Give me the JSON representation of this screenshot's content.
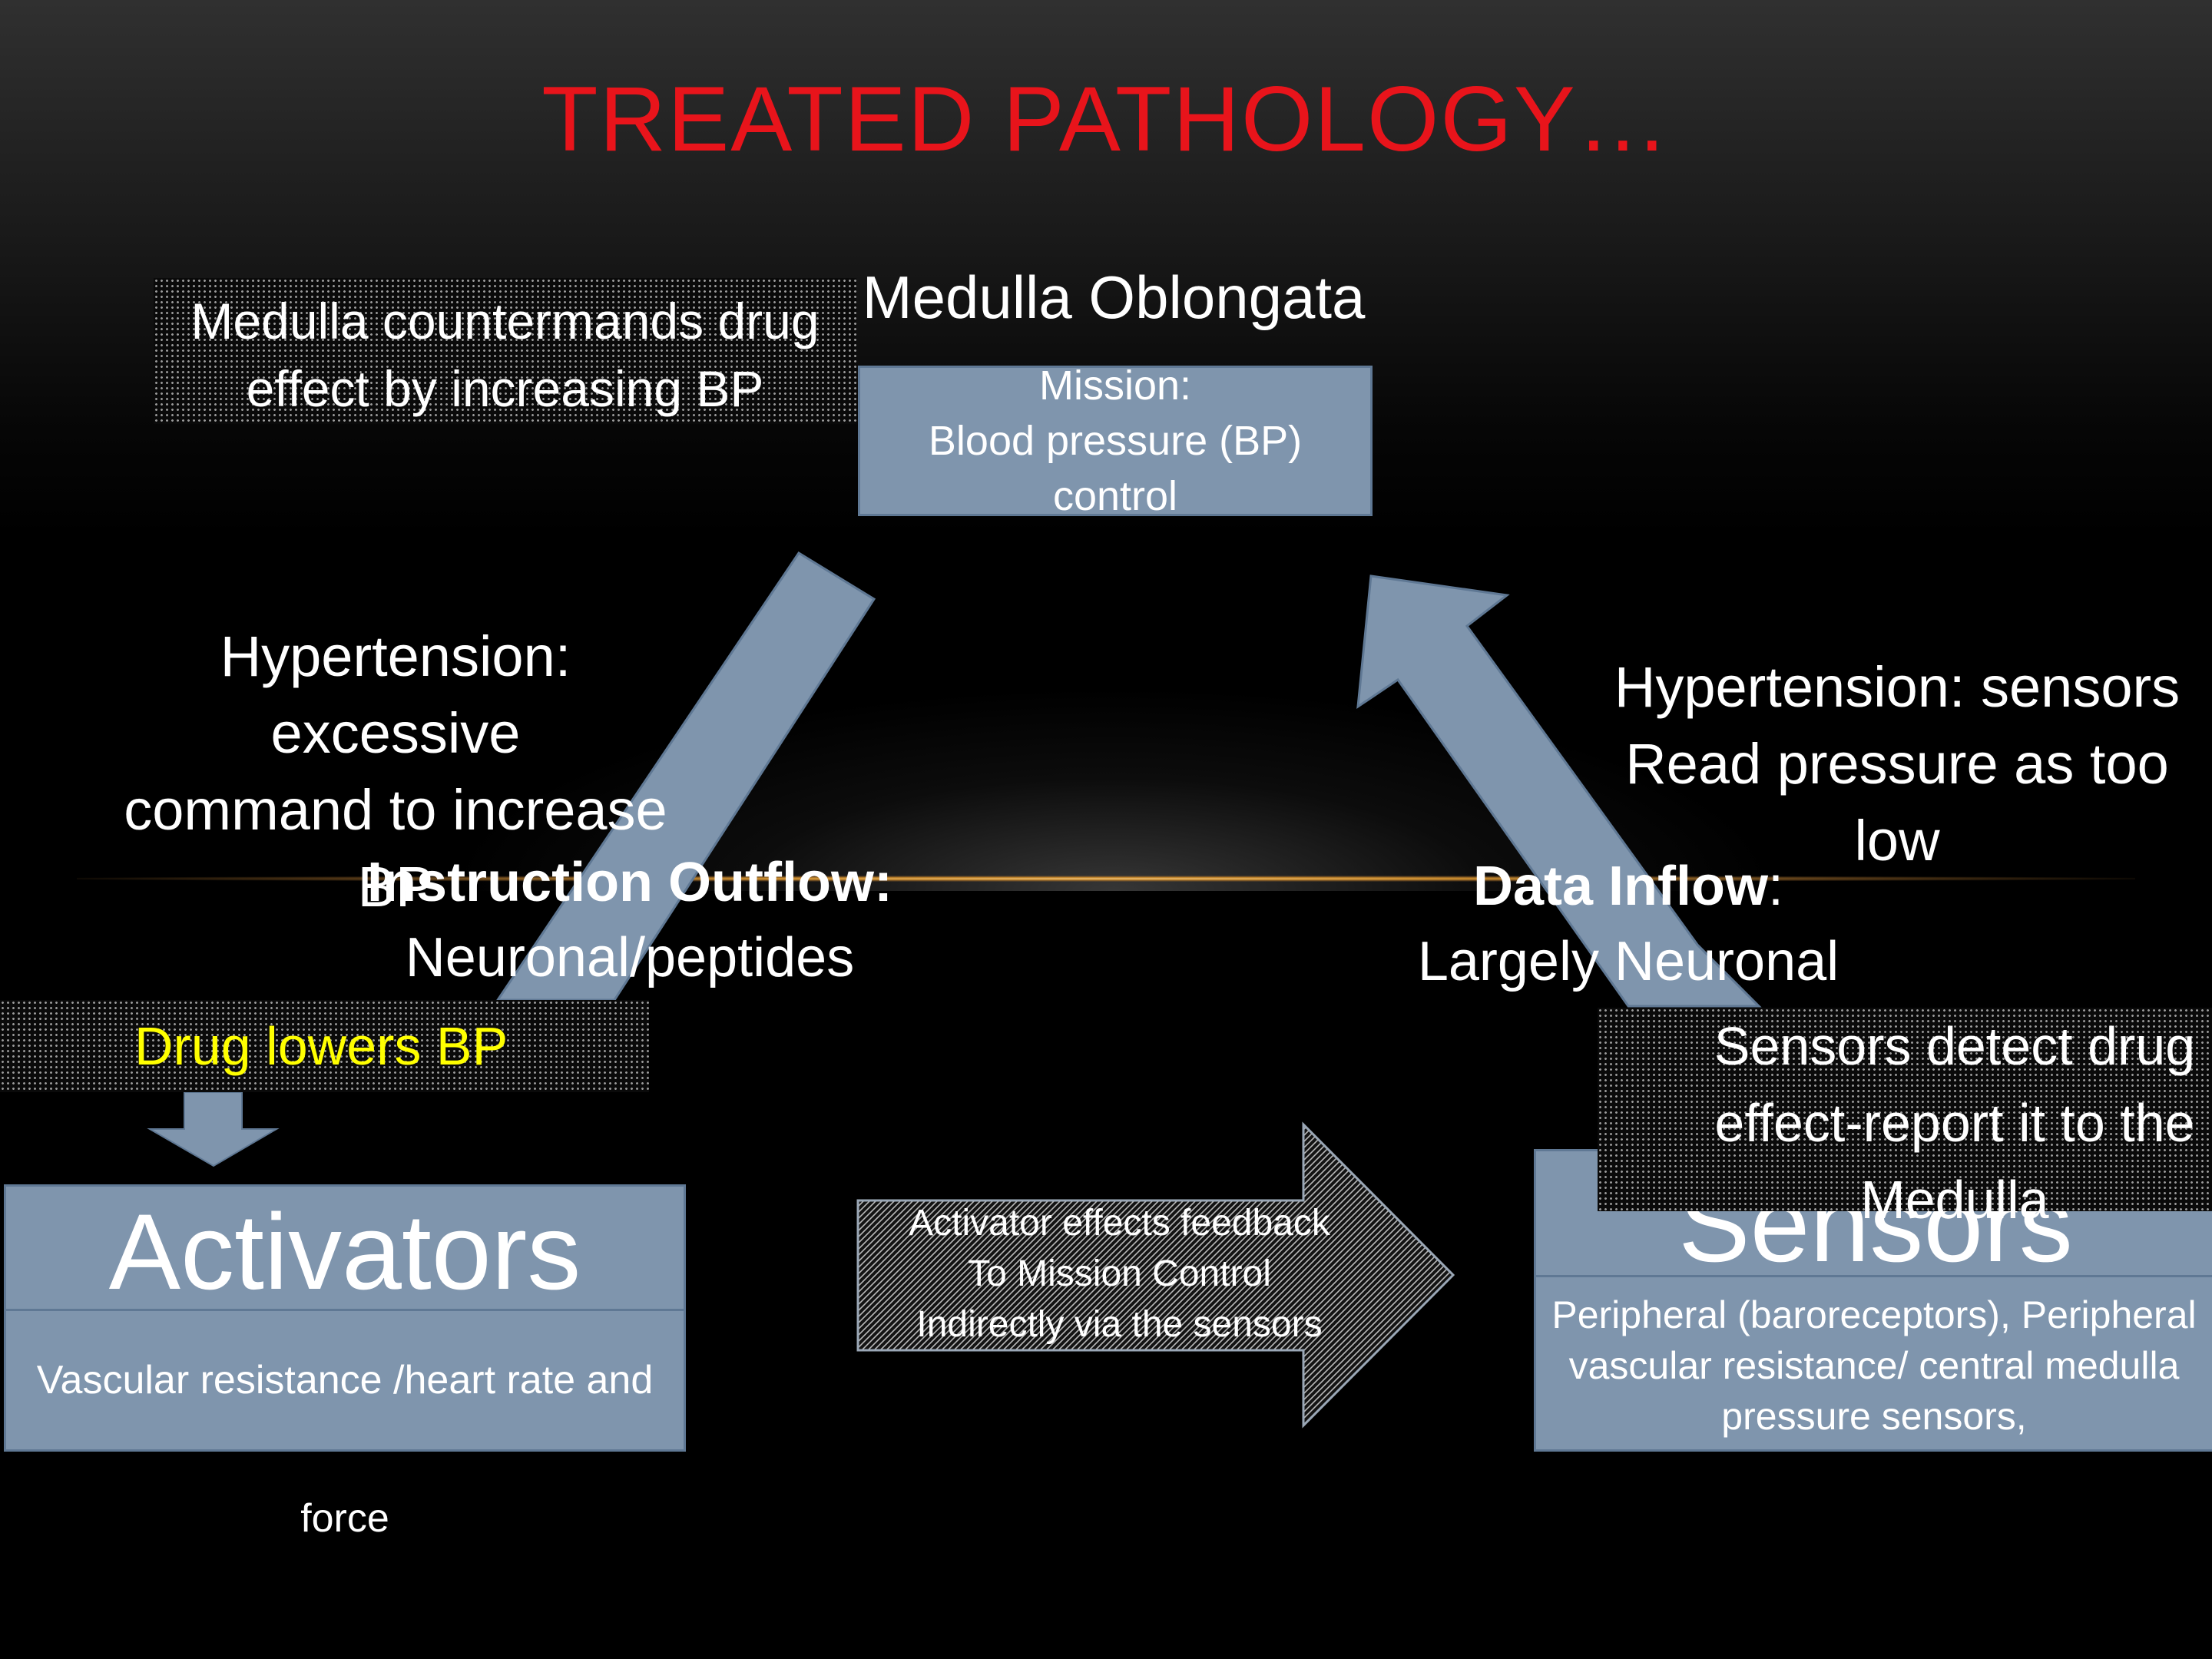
{
  "slide": {
    "title": "TREATED PATHOLOGY…",
    "title_color": "#e8141b",
    "medulla": {
      "title": "Medulla Oblongata",
      "mission_line1": "Mission:",
      "mission_line2": "Blood pressure (BP)",
      "mission_line3": "control"
    },
    "notes": {
      "countermand_line1": "Medulla countermands drug",
      "countermand_line2": "effect by increasing BP",
      "drug_lowers": "Drug lowers BP",
      "drug_color": "#ffff00",
      "sensors_detect_line1": "Sensors detect drug",
      "sensors_detect_line2": "effect-report it to the",
      "sensors_detect_line3": "Medulla"
    },
    "hypertension_left": {
      "line1": "Hypertension: excessive",
      "line2": "command to increase BP"
    },
    "hypertension_right": {
      "line1": "Hypertension: sensors",
      "line2": "Read pressure as too low"
    },
    "outflow": {
      "label": "Instruction Outflow:",
      "sub": "Neuronal/peptides"
    },
    "inflow": {
      "label": "Data Inflow",
      "colon": ":",
      "sub": "Largely Neuronal"
    },
    "activators": {
      "title": "Activators",
      "desc": "Vascular resistance /heart rate and force"
    },
    "sensors": {
      "title": "Sensors",
      "desc_line1": "Peripheral (baroreceptors), Peripheral",
      "desc_line2": "vascular resistance/ central  medulla",
      "desc_line3": "pressure sensors,"
    },
    "feedback": {
      "line1": "Activator effects feedback",
      "line2": "To Mission Control",
      "line3": "Indirectly via the sensors"
    },
    "colors": {
      "box_fill": "#7f95ad",
      "box_border": "#5f7894",
      "background": "#000000"
    }
  }
}
